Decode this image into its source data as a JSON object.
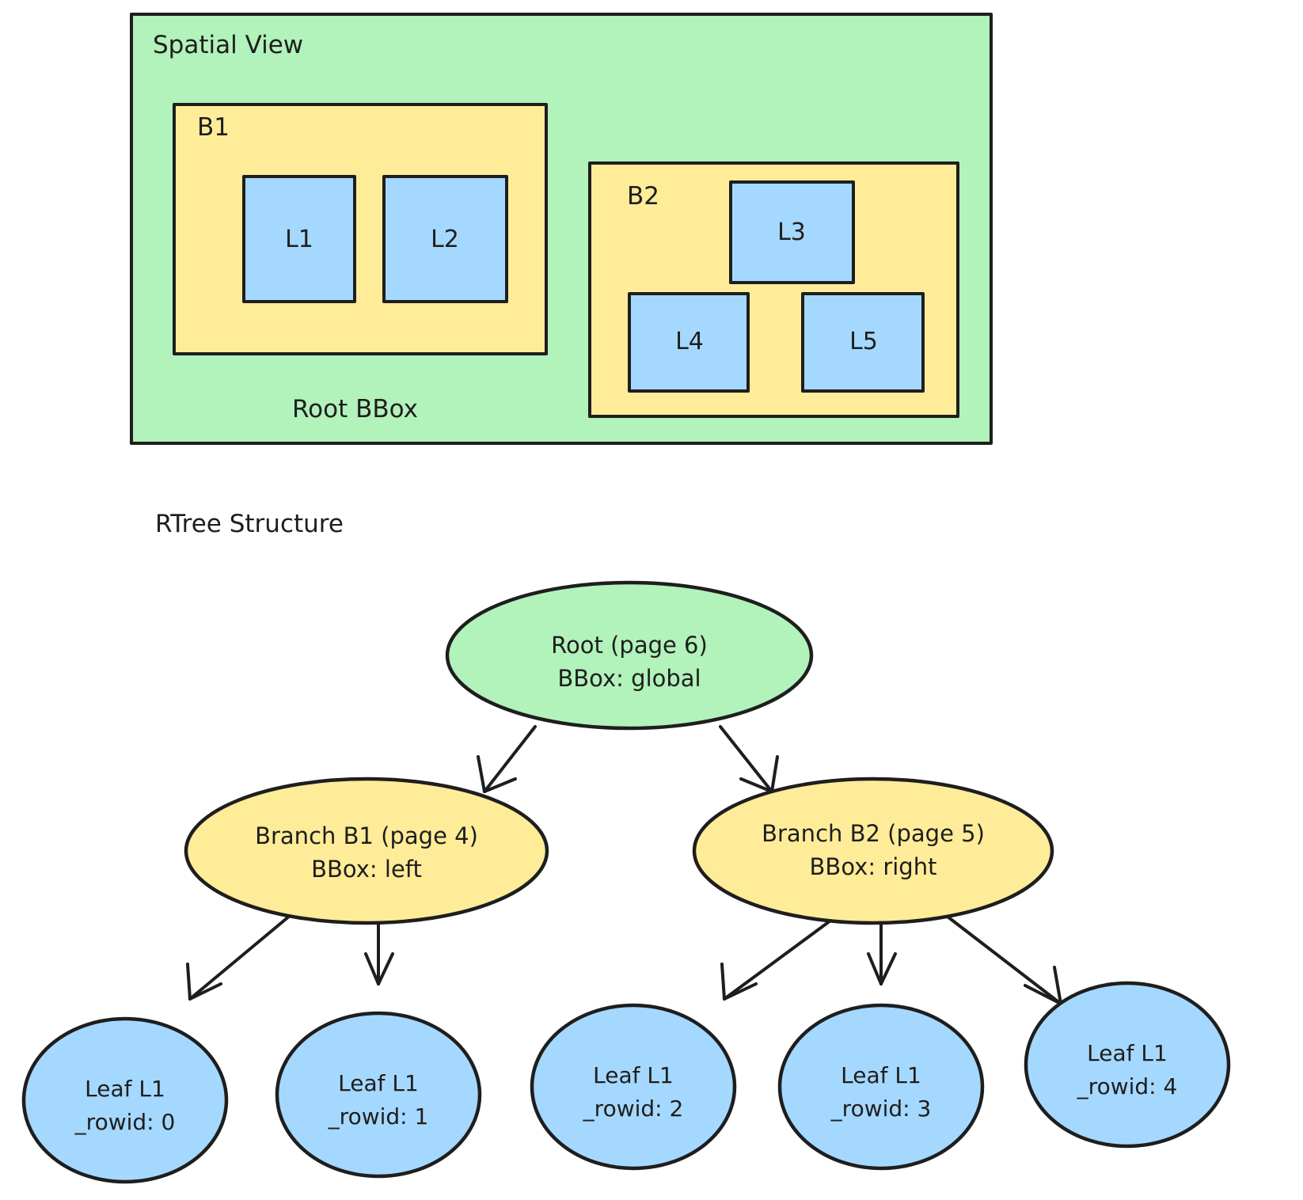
{
  "palette": {
    "green_fill": "#b2f2bb",
    "yellow_fill": "#ffec99",
    "blue_fill": "#a5d8ff",
    "stroke": "#1e1e1e",
    "background": "#ffffff"
  },
  "spatial_view": {
    "title": "Spatial View",
    "root_caption": "Root BBox",
    "branches": [
      {
        "label": "B1"
      },
      {
        "label": "B2"
      }
    ],
    "leaves": [
      {
        "label": "L1"
      },
      {
        "label": "L2"
      },
      {
        "label": "L3"
      },
      {
        "label": "L4"
      },
      {
        "label": "L5"
      }
    ]
  },
  "rtree": {
    "title": "RTree Structure",
    "root": {
      "line1": "Root (page 6)",
      "line2": "BBox: global"
    },
    "branches": [
      {
        "line1": "Branch B1 (page 4)",
        "line2": "BBox: left"
      },
      {
        "line1": "Branch B2 (page 5)",
        "line2": "BBox: right"
      }
    ],
    "leaves": [
      {
        "line1": "Leaf L1",
        "line2": "_rowid: 0"
      },
      {
        "line1": "Leaf L1",
        "line2": "_rowid: 1"
      },
      {
        "line1": "Leaf L1",
        "line2": "_rowid: 2"
      },
      {
        "line1": "Leaf L1",
        "line2": "_rowid: 3"
      },
      {
        "line1": "Leaf L1",
        "line2": "_rowid: 4"
      }
    ]
  }
}
